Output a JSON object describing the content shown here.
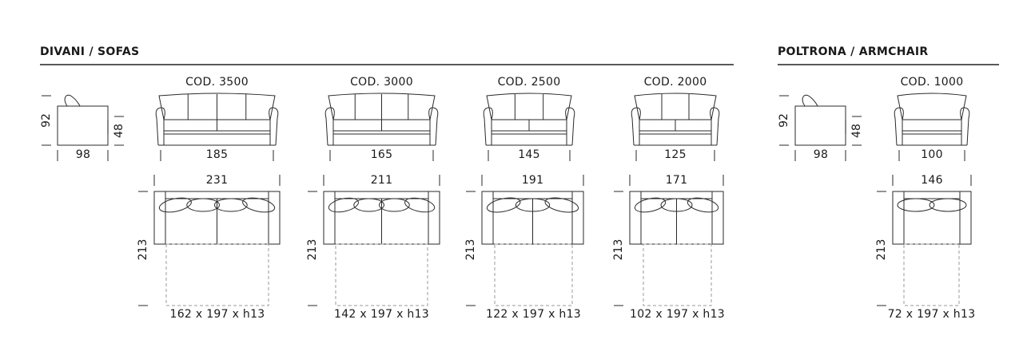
{
  "sections": {
    "sofas_title": "DIVANI / SOFAS",
    "armchair_title": "POLTRONA / ARMCHAIR"
  },
  "side_view": {
    "depth": "98",
    "height": "92",
    "seat_height": "48"
  },
  "models": [
    {
      "code": "COD. 3500",
      "front_width": "185",
      "top_width": "231",
      "top_depth": "213",
      "bed": "162 x 197 x h13"
    },
    {
      "code": "COD. 3000",
      "front_width": "165",
      "top_width": "211",
      "top_depth": "213",
      "bed": "142 x 197 x h13"
    },
    {
      "code": "COD. 2500",
      "front_width": "145",
      "top_width": "191",
      "top_depth": "213",
      "bed": "122 x 197 x h13"
    },
    {
      "code": "COD. 2000",
      "front_width": "125",
      "top_width": "171",
      "top_depth": "213",
      "bed": "102 x 197 x h13"
    },
    {
      "code": "COD. 1000",
      "front_width": "100",
      "top_width": "146",
      "top_depth": "213",
      "bed": "72 x 197 x h13"
    }
  ],
  "colors": {
    "line": "#2a2a2a",
    "dashed": "#9a9a9a"
  }
}
